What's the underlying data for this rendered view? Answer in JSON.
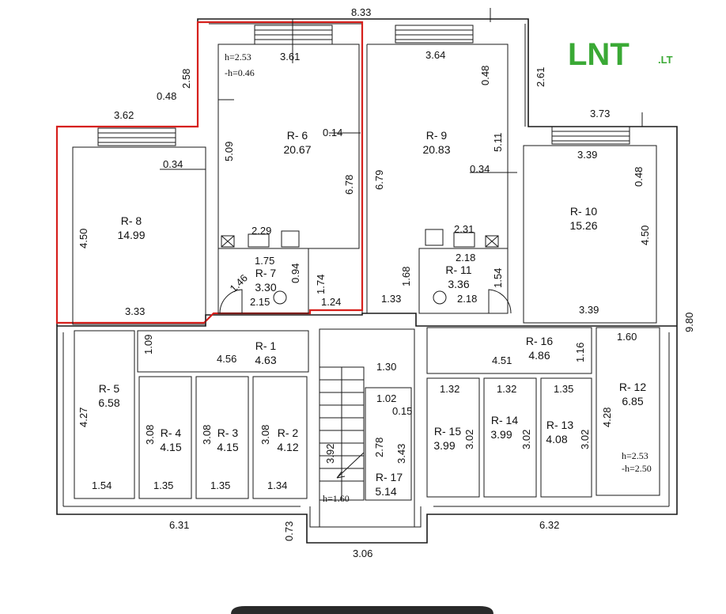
{
  "logo": {
    "main": "LNT",
    "suffix": ".LT",
    "color": "#3aa935"
  },
  "highlight_color": "#d6201c",
  "rooms": [
    {
      "id": "r8",
      "name": "R- 8",
      "area": "14.99"
    },
    {
      "id": "r6",
      "name": "R- 6",
      "area": "20.67"
    },
    {
      "id": "r7",
      "name": "R- 7",
      "area": "3.30"
    },
    {
      "id": "r9",
      "name": "R- 9",
      "area": "20.83"
    },
    {
      "id": "r10",
      "name": "R- 10",
      "area": "15.26"
    },
    {
      "id": "r11",
      "name": "R- 11",
      "area": "3.36"
    },
    {
      "id": "r1",
      "name": "R- 1",
      "area": "4.63"
    },
    {
      "id": "r16",
      "name": "R- 16",
      "area": "4.86"
    },
    {
      "id": "r5",
      "name": "R- 5",
      "area": "6.58"
    },
    {
      "id": "r4",
      "name": "R- 4",
      "area": "4.15"
    },
    {
      "id": "r3",
      "name": "R- 3",
      "area": "4.15"
    },
    {
      "id": "r2",
      "name": "R- 2",
      "area": "4.12"
    },
    {
      "id": "r17",
      "name": "R- 17",
      "area": "5.14"
    },
    {
      "id": "r15",
      "name": "R- 15",
      "area": "3.99"
    },
    {
      "id": "r14",
      "name": "R- 14",
      "area": "3.99"
    },
    {
      "id": "r13",
      "name": "R- 13",
      "area": "4.08"
    },
    {
      "id": "r12",
      "name": "R- 12",
      "area": "6.85"
    }
  ],
  "heights": {
    "top_h": "h=2.53",
    "top_minus_h": "-h=0.46",
    "right_h": "h=2.53",
    "right_minus_h": "-h=2.50",
    "stair_h": "h=1.60"
  },
  "dimensions": [
    "8.33",
    "3.61",
    "3.64",
    "2.58",
    "0.48",
    "3.62",
    "0.34",
    "5.09",
    "0.14",
    "6.78",
    "6.79",
    "0.48",
    "5.11",
    "2.61",
    "3.73",
    "3.39",
    "0.34",
    "0.48",
    "4.50",
    "4.50",
    "3.33",
    "2.29",
    "1.75",
    "0.94",
    "1.46",
    "2.15",
    "1.74",
    "1.24",
    "1.68",
    "1.33",
    "2.31",
    "2.18",
    "1.54",
    "2.18",
    "3.39",
    "9.80",
    "1.09",
    "4.56",
    "1.30",
    "4.51",
    "1.16",
    "1.60",
    "4.27",
    "1.54",
    "3.08",
    "1.35",
    "3.08",
    "1.35",
    "3.08",
    "1.34",
    "1.02",
    "0.15",
    "2.78",
    "3.92",
    "3.43",
    "1.32",
    "3.02",
    "1.32",
    "3.02",
    "1.35",
    "3.02",
    "4.28",
    "6.31",
    "0.73",
    "3.06",
    "6.32"
  ]
}
